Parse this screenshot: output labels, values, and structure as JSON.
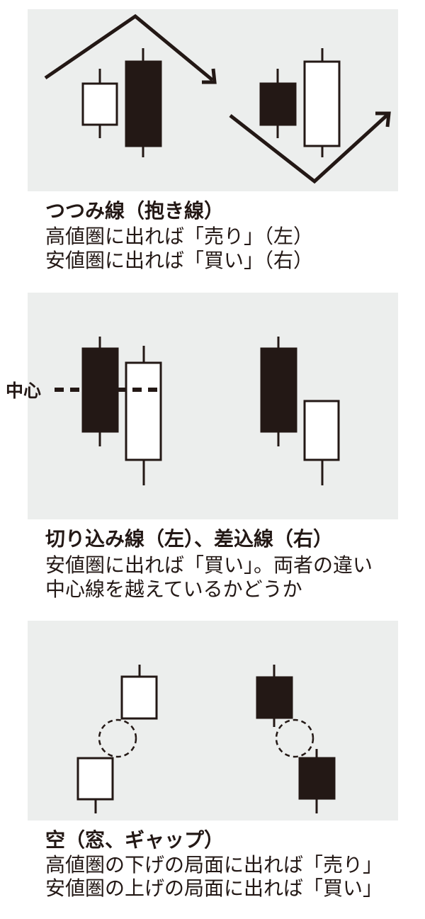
{
  "sections": [
    {
      "title": "つつみ線（抱き線）",
      "lines": [
        "高値圏に出れば「売り」（左）",
        "安値圏に出れば「買い」（右）"
      ]
    },
    {
      "title": "切り込み線（左）、差込線（右）",
      "lines": [
        "安値圏に出れば「買い」。両者の違い",
        "中心線を越えているかどうか"
      ],
      "center_label": "中心"
    },
    {
      "title": "空（窓、ギャップ）",
      "lines": [
        "高値圏の下げの局面に出れば「売り」",
        "安値圏の上げの局面に出れば「買い」"
      ]
    }
  ]
}
